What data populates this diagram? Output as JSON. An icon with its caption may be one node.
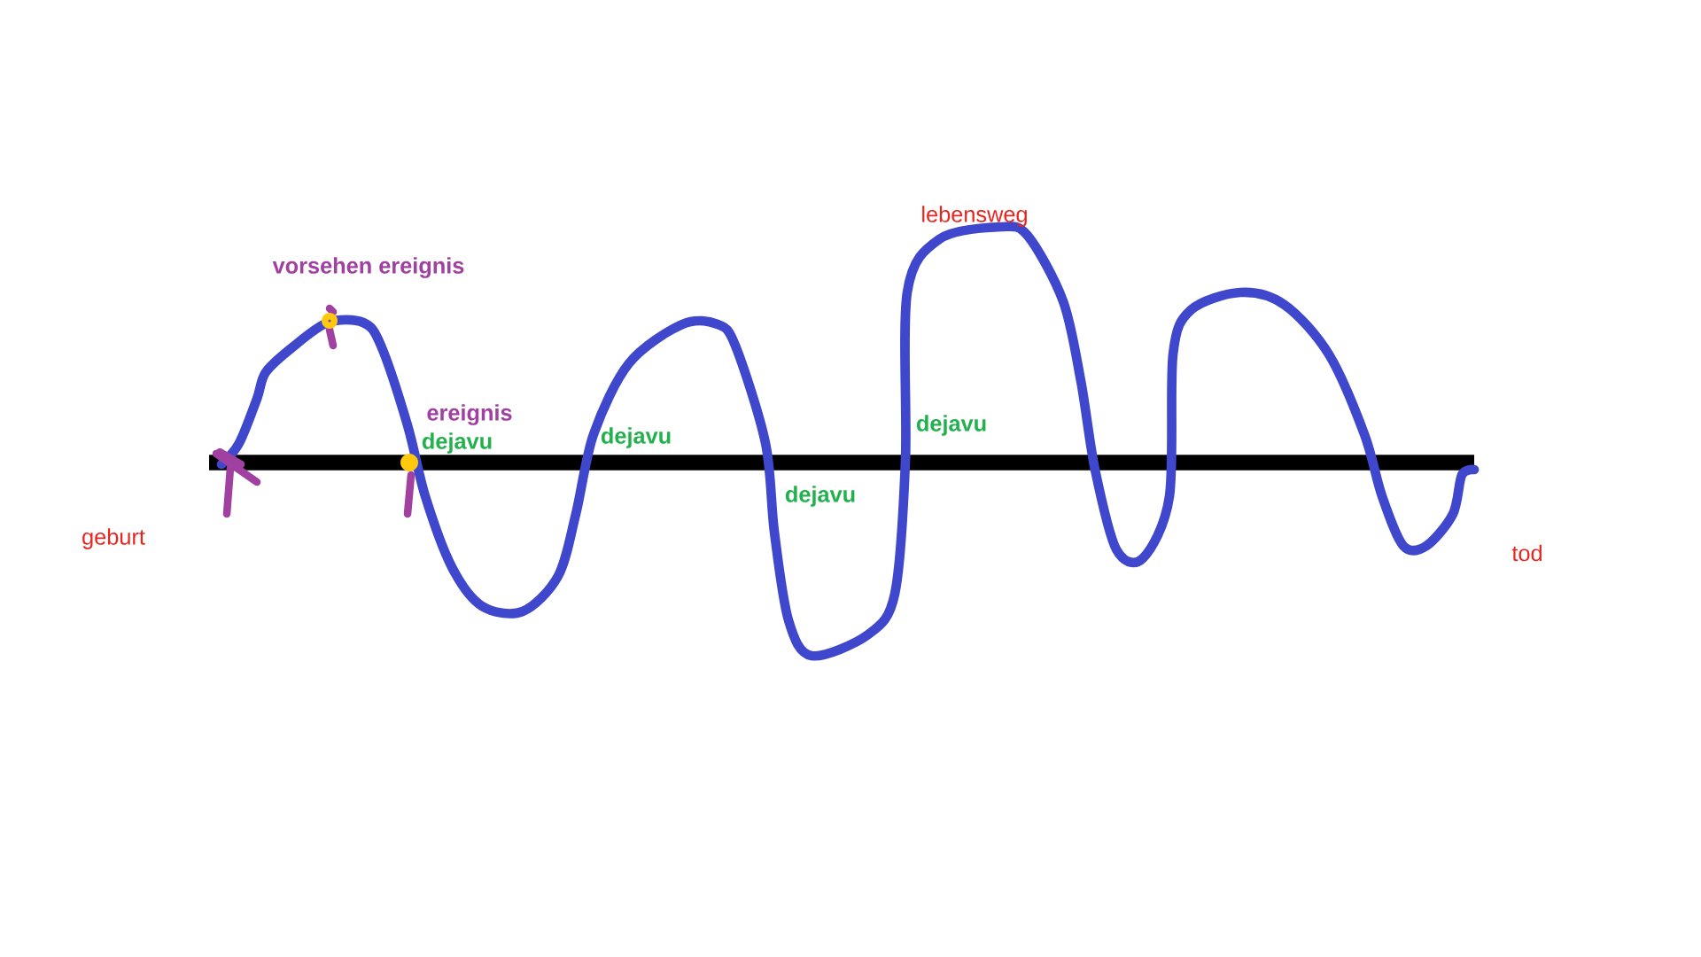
{
  "diagram": {
    "labels": [
      "lebensweg",
      "vorsehen ereignis",
      "ereignis",
      "dejavu",
      "dejavu",
      "dejavu",
      "geburt",
      "dejavu",
      "tod"
    ]
  }
}
